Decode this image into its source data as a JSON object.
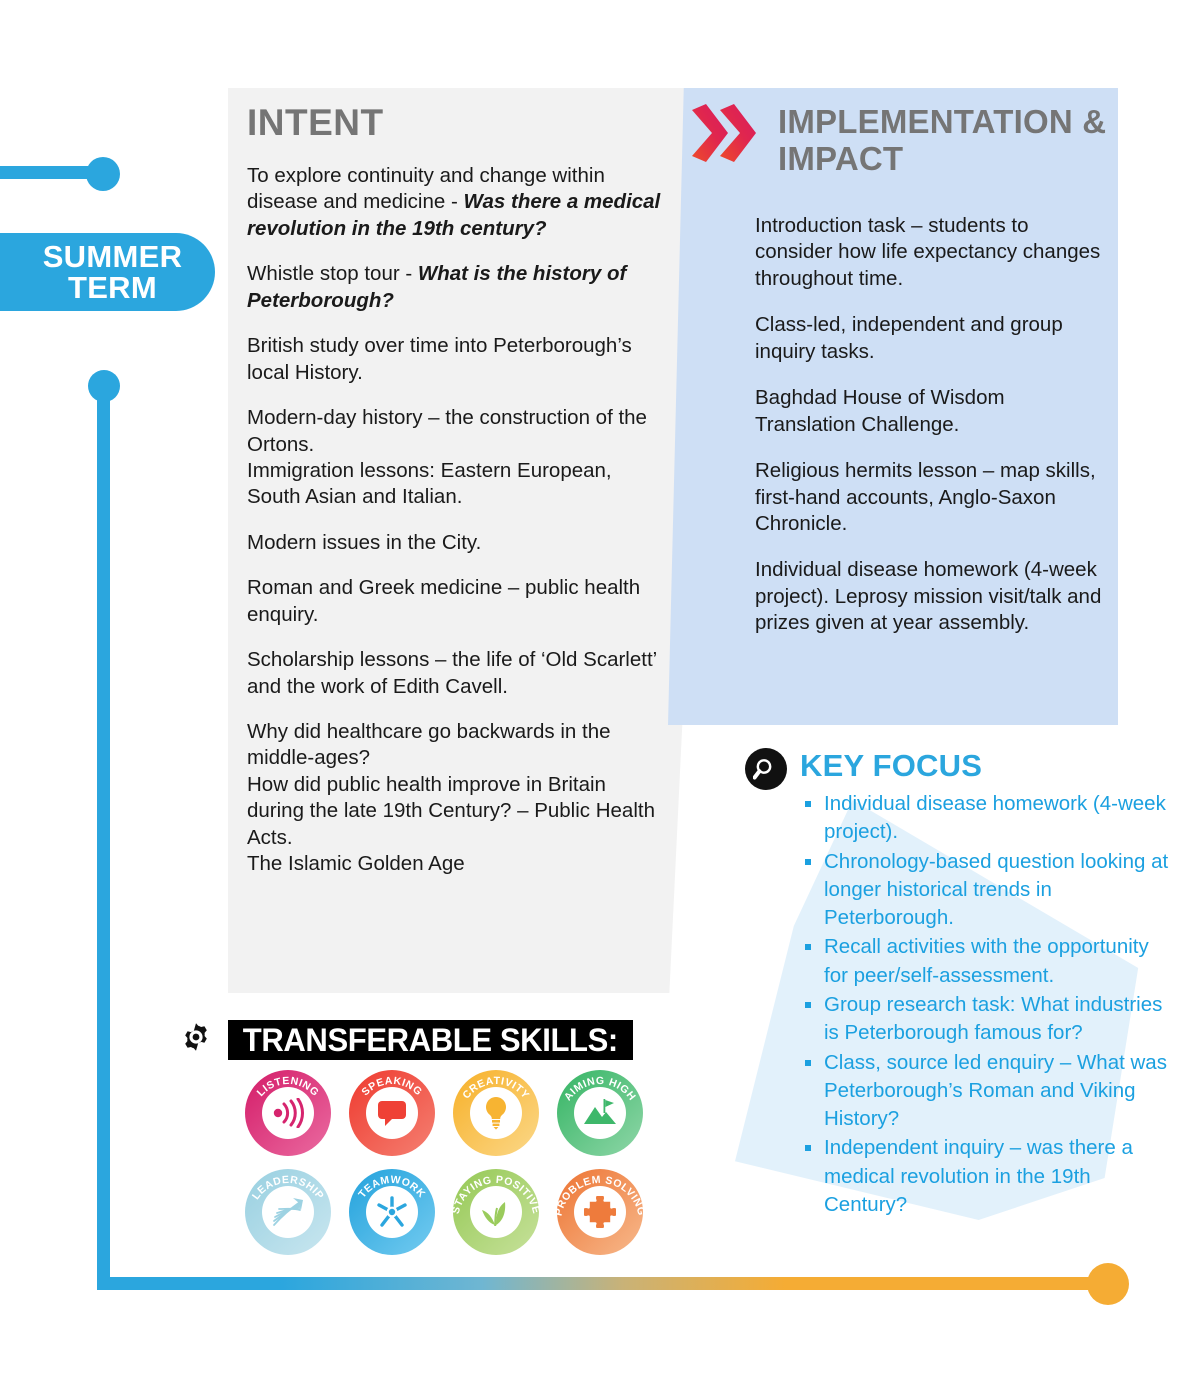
{
  "timeline": {
    "term_label_line1": "SUMMER",
    "term_label_line2": "TERM",
    "accent_blue": "#2BA6DE",
    "accent_orange": "#F5AC34"
  },
  "intent": {
    "title": "INTENT",
    "heading_color": "#757575",
    "panel_color": "#F2F2F2",
    "paragraphs": [
      {
        "lead": "To explore continuity and change within disease and medicine - ",
        "emphasis": "Was there a medical revolution in the 19th century?"
      },
      {
        "lead": "Whistle stop tour - ",
        "emphasis": "What is the history of Peterborough?"
      },
      {
        "lead": "British study over time into Peterborough’s local History.",
        "emphasis": ""
      },
      {
        "lead": "Modern-day history – the construction of the Ortons.",
        "emphasis": ""
      },
      {
        "lead": "Immigration lessons: Eastern European, South Asian and Italian.",
        "emphasis": ""
      },
      {
        "lead": "Modern issues in the City.",
        "emphasis": ""
      },
      {
        "lead": "Roman and Greek medicine – public health enquiry.",
        "emphasis": ""
      },
      {
        "lead": "Scholarship lessons – the life of ‘Old Scarlett’ and the work of Edith Cavell.",
        "emphasis": ""
      },
      {
        "lead": "Why did healthcare go backwards in the middle-ages?",
        "emphasis": ""
      },
      {
        "lead": "How did public health improve in Britain during the late 19th Century? – Public Health Acts.",
        "emphasis": ""
      },
      {
        "lead": "The Islamic Golden Age",
        "emphasis": ""
      }
    ]
  },
  "implementation": {
    "title": "IMPLEMENTATION & IMPACT",
    "panel_color": "#CEDFF5",
    "icon": "double-chevron-right-icon",
    "paragraphs": [
      "Introduction task – students to consider how life expectancy changes throughout  time.",
      "Class-led, independent and group inquiry tasks.",
      "Baghdad House of Wisdom Translation Challenge.",
      "Religious hermits lesson – map skills, first-hand accounts, Anglo-Saxon Chronicle.",
      "Individual disease homework (4-week project). Leprosy mission visit/talk and prizes given at year assembly."
    ]
  },
  "key_focus": {
    "title": "KEY FOCUS",
    "icon": "magnifying-glass-icon",
    "text_color": "#1BA0E0",
    "items": [
      "Individual disease homework (4-week project).",
      "Chronology-based question looking at longer historical trends in Peterborough.",
      "Recall activities with the opportunity for peer/self-assessment.",
      "Group research task: What industries is Peterborough famous for?",
      "Class, source led  enquiry – What was Peterborough’s Roman and Viking History?",
      "Independent inquiry – was there a medical revolution in the 19th Century?"
    ]
  },
  "transferable_skills": {
    "title": "TRANSFERABLE SKILLS:",
    "icon": "gear-icon",
    "badges": [
      {
        "label": "LISTENING",
        "glyph": "sound-waves-icon",
        "color_start": "#D6246E",
        "color_end": "#E8639B"
      },
      {
        "label": "SPEAKING",
        "glyph": "speech-bubble-icon",
        "color_start": "#EF4136",
        "color_end": "#F4796B"
      },
      {
        "label": "CREATIVITY",
        "glyph": "lightbulb-icon",
        "color_start": "#F7B432",
        "color_end": "#FBD47F"
      },
      {
        "label": "AIMING HIGH",
        "glyph": "mountain-flag-icon",
        "color_start": "#3EB86B",
        "color_end": "#86D3A1"
      },
      {
        "label": "LEADERSHIP",
        "glyph": "arrow-burst-icon",
        "color_start": "#9DD2E2",
        "color_end": "#BEE2EC"
      },
      {
        "label": "TEAMWORK",
        "glyph": "people-star-icon",
        "color_start": "#2BA6DE",
        "color_end": "#5BC0EA"
      },
      {
        "label": "STAYING POSITIVE",
        "glyph": "sprout-icon",
        "color_start": "#9ACB5C",
        "color_end": "#BBDC8B"
      },
      {
        "label": "PROBLEM SOLVING",
        "glyph": "puzzle-piece-icon",
        "color_start": "#EE7B3C",
        "color_end": "#F4A473"
      }
    ]
  }
}
